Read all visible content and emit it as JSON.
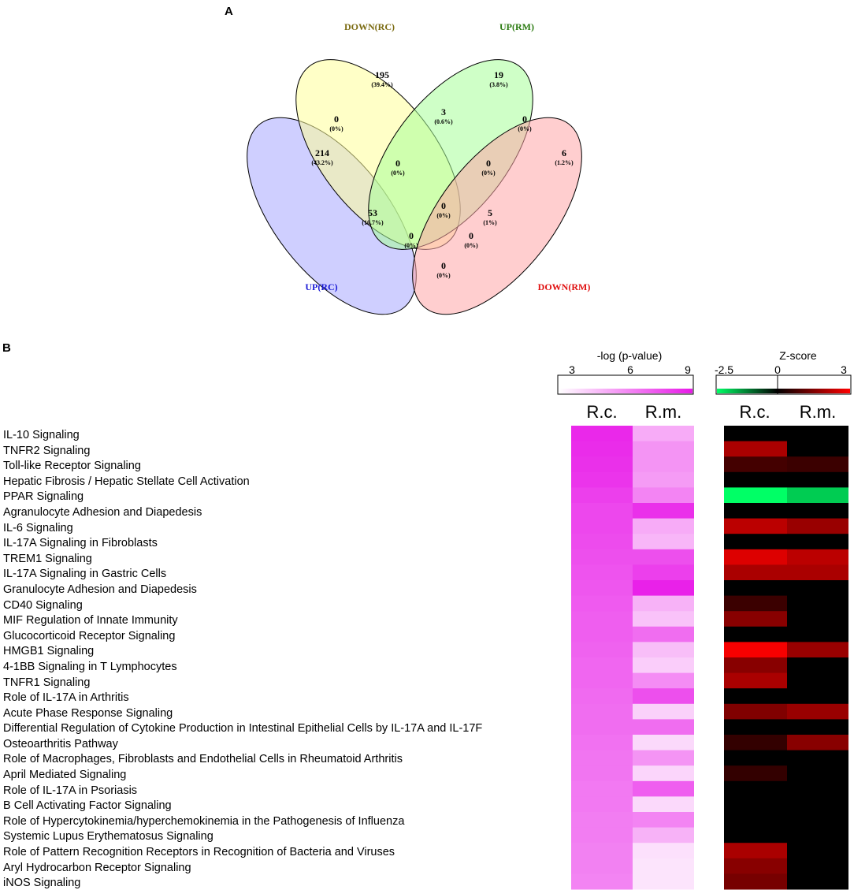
{
  "panel_a": {
    "label": "A"
  },
  "panel_b": {
    "label": "B"
  },
  "chart_data": [
    {
      "type": "venn",
      "sets": [
        {
          "name": "UP(RC)",
          "color": "#1a1ad6"
        },
        {
          "name": "DOWN(RC)",
          "color": "#7a6a10"
        },
        {
          "name": "UP(RM)",
          "color": "#2a7a10"
        },
        {
          "name": "DOWN(RM)",
          "color": "#e01010"
        }
      ],
      "fills": {
        "UP(RC)": "#a8a8ff",
        "DOWN(RC)": "#ffff99",
        "UP(RM)": "#a8ff99",
        "DOWN(RM)": "#ffa6a8"
      },
      "regions": [
        {
          "sets": [
            "UP(RC)"
          ],
          "count": "214",
          "percent": "(43.2%)"
        },
        {
          "sets": [
            "DOWN(RC)"
          ],
          "count": "195",
          "percent": "(39.4%)"
        },
        {
          "sets": [
            "UP(RM)"
          ],
          "count": "19",
          "percent": "(3.8%)"
        },
        {
          "sets": [
            "DOWN(RM)"
          ],
          "count": "6",
          "percent": "(1.2%)"
        },
        {
          "sets": [
            "UP(RC)",
            "DOWN(RC)"
          ],
          "count": "0",
          "percent": "(0%)"
        },
        {
          "sets": [
            "DOWN(RC)",
            "UP(RM)"
          ],
          "count": "3",
          "percent": "(0.6%)"
        },
        {
          "sets": [
            "UP(RM)",
            "DOWN(RM)"
          ],
          "count": "0",
          "percent": "(0%)"
        },
        {
          "sets": [
            "UP(RC)",
            "DOWN(RC)",
            "UP(RM)"
          ],
          "count": "0",
          "percent": "(0%)"
        },
        {
          "sets": [
            "DOWN(RC)",
            "UP(RM)",
            "DOWN(RM)"
          ],
          "count": "0",
          "percent": "(0%)"
        },
        {
          "sets": [
            "UP(RC)",
            "UP(RM)"
          ],
          "count": "53",
          "percent": "(10.7%)"
        },
        {
          "sets": [
            "UP(RC)",
            "DOWN(RC)",
            "UP(RM)",
            "DOWN(RM)"
          ],
          "count": "0",
          "percent": "(0%)"
        },
        {
          "sets": [
            "DOWN(RC)",
            "DOWN(RM)"
          ],
          "count": "5",
          "percent": "(1%)"
        },
        {
          "sets": [
            "UP(RC)",
            "UP(RM)",
            "DOWN(RM)"
          ],
          "count": "0",
          "percent": "(0%)"
        },
        {
          "sets": [
            "UP(RC)",
            "DOWN(RC)",
            "DOWN(RM)"
          ],
          "count": "0",
          "percent": "(0%)"
        },
        {
          "sets": [
            "UP(RC)",
            "DOWN(RM)"
          ],
          "count": "0",
          "percent": "(0%)"
        }
      ]
    },
    {
      "type": "heatmap",
      "columns": [
        "R.c.",
        "R.m."
      ],
      "legends": [
        {
          "title": "-log (p-value)",
          "ticks": [
            "3",
            "6",
            "9"
          ],
          "range": [
            3,
            9
          ],
          "colors": [
            "#ffffff",
            "#e819e8"
          ]
        },
        {
          "title": "Z-score",
          "ticks": [
            "-2.5",
            "0",
            "3"
          ],
          "range": [
            -2.5,
            3
          ],
          "colors": [
            "#00ff66",
            "#000000",
            "#ff0000"
          ]
        }
      ],
      "rows": [
        {
          "pathway": "IL-10 Signaling",
          "logp": [
            8.6,
            5.2
          ],
          "z": [
            null,
            null
          ]
        },
        {
          "pathway": "TNFR2 Signaling",
          "logp": [
            8.5,
            5.8
          ],
          "z": [
            2.0,
            null
          ]
        },
        {
          "pathway": "Toll-like Receptor Signaling",
          "logp": [
            8.4,
            5.8
          ],
          "z": [
            0.8,
            0.7
          ]
        },
        {
          "pathway": "Hepatic Fibrosis / Hepatic Stellate Cell Activation",
          "logp": [
            8.3,
            5.6
          ],
          "z": [
            null,
            null
          ]
        },
        {
          "pathway": "PPAR Signaling",
          "logp": [
            8.0,
            6.2
          ],
          "z": [
            -2.5,
            -2.0
          ]
        },
        {
          "pathway": "Agranulocyte Adhesion and Diapedesis",
          "logp": [
            7.8,
            8.4
          ],
          "z": [
            null,
            null
          ]
        },
        {
          "pathway": "IL-6 Signaling",
          "logp": [
            7.8,
            5.2
          ],
          "z": [
            2.2,
            1.8
          ]
        },
        {
          "pathway": "IL-17A Signaling in Fibroblasts",
          "logp": [
            7.7,
            4.9
          ],
          "z": [
            null,
            null
          ]
        },
        {
          "pathway": "TREM1 Signaling",
          "logp": [
            7.6,
            7.6
          ],
          "z": [
            2.6,
            2.2
          ]
        },
        {
          "pathway": "IL-17A Signaling in Gastric Cells",
          "logp": [
            7.5,
            8.0
          ],
          "z": [
            2.0,
            2.0
          ]
        },
        {
          "pathway": "Granulocyte Adhesion and Diapedesis",
          "logp": [
            7.4,
            8.8
          ],
          "z": [
            null,
            null
          ]
        },
        {
          "pathway": "CD40 Signaling",
          "logp": [
            7.3,
            5.0
          ],
          "z": [
            0.7,
            null
          ]
        },
        {
          "pathway": "MIF Regulation of Innate Immunity",
          "logp": [
            7.2,
            4.6
          ],
          "z": [
            1.6,
            null
          ]
        },
        {
          "pathway": "Glucocorticoid Receptor Signaling",
          "logp": [
            7.2,
            6.8
          ],
          "z": [
            null,
            null
          ]
        },
        {
          "pathway": "HMGB1 Signaling",
          "logp": [
            7.1,
            4.7
          ],
          "z": [
            2.9,
            1.8
          ]
        },
        {
          "pathway": "4-1BB Signaling in T Lymphocytes",
          "logp": [
            7.0,
            4.3
          ],
          "z": [
            1.6,
            null
          ]
        },
        {
          "pathway": "TNFR1 Signaling",
          "logp": [
            7.0,
            6.0
          ],
          "z": [
            2.0,
            null
          ]
        },
        {
          "pathway": "Role of IL-17A in Arthritis",
          "logp": [
            6.9,
            7.6
          ],
          "z": [
            null,
            null
          ]
        },
        {
          "pathway": "Acute Phase Response Signaling",
          "logp": [
            6.8,
            4.2
          ],
          "z": [
            1.5,
            1.8
          ]
        },
        {
          "pathway": "Differential Regulation of Cytokine Production in Intestinal Epithelial Cells by IL-17A and IL-17F",
          "logp": [
            6.8,
            6.8
          ],
          "z": [
            null,
            null
          ]
        },
        {
          "pathway": "Osteoarthritis Pathway",
          "logp": [
            6.7,
            4.0
          ],
          "z": [
            0.6,
            1.6
          ]
        },
        {
          "pathway": "Role of Macrophages, Fibroblasts and Endothelial Cells in Rheumatoid Arthritis",
          "logp": [
            6.6,
            5.8
          ],
          "z": [
            null,
            null
          ]
        },
        {
          "pathway": "April Mediated Signaling",
          "logp": [
            6.6,
            4.1
          ],
          "z": [
            0.6,
            null
          ]
        },
        {
          "pathway": "Role of IL-17A in Psoriasis",
          "logp": [
            6.5,
            7.2
          ],
          "z": [
            null,
            null
          ]
        },
        {
          "pathway": "B Cell Activating Factor Signaling",
          "logp": [
            6.5,
            4.0
          ],
          "z": [
            null,
            null
          ]
        },
        {
          "pathway": "Role of Hypercytokinemia/hyperchemokinemia in the Pathogenesis of Influenza",
          "logp": [
            6.4,
            6.2
          ],
          "z": [
            null,
            null
          ]
        },
        {
          "pathway": "Systemic Lupus Erythematosus Signaling",
          "logp": [
            6.4,
            5.0
          ],
          "z": [
            null,
            null
          ]
        },
        {
          "pathway": "Role of Pattern Recognition Receptors in Recognition of Bacteria and Viruses",
          "logp": [
            6.3,
            3.8
          ],
          "z": [
            2.0,
            null
          ]
        },
        {
          "pathway": "Aryl Hydrocarbon Receptor Signaling",
          "logp": [
            6.3,
            3.7
          ],
          "z": [
            1.6,
            null
          ]
        },
        {
          "pathway": "iNOS Signaling",
          "logp": [
            6.2,
            3.7
          ],
          "z": [
            1.4,
            null
          ]
        }
      ]
    }
  ]
}
